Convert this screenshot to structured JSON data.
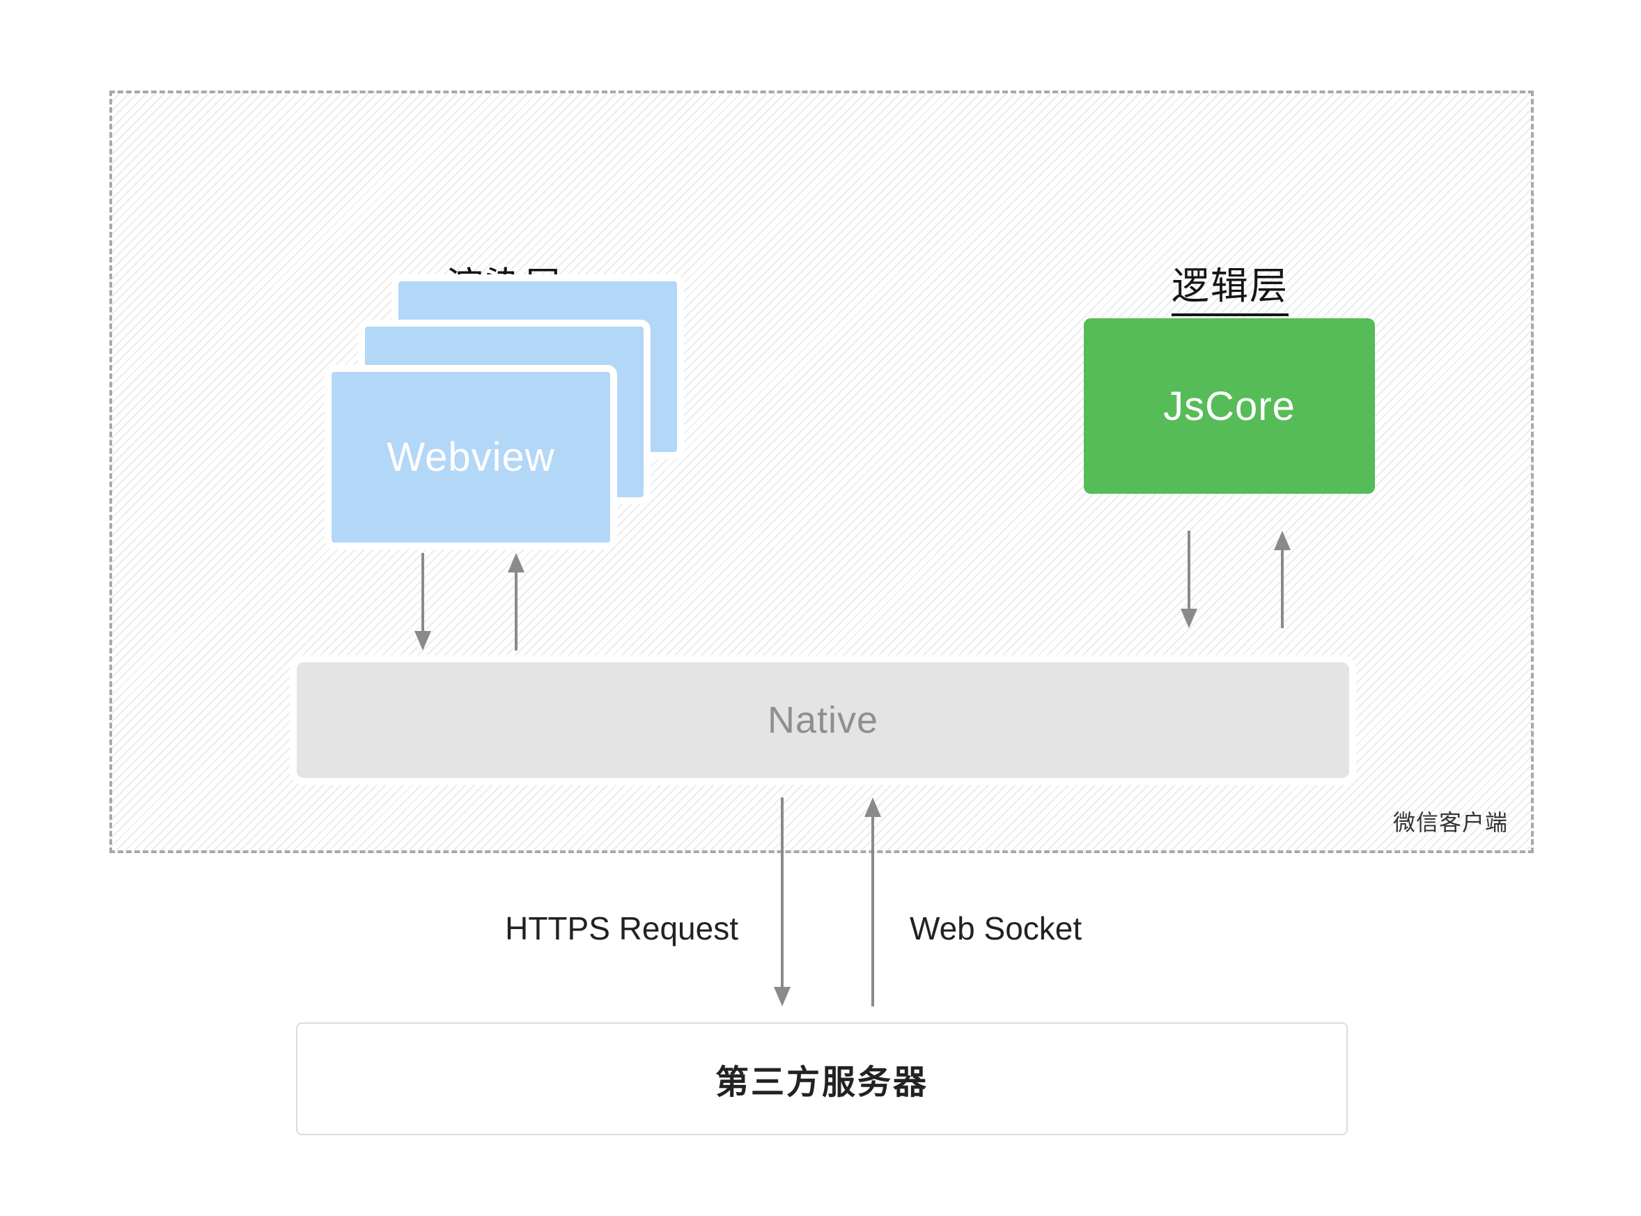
{
  "diagram": {
    "wechat_client": {
      "label": "微信客户端"
    },
    "render_layer": {
      "title": "渲染层",
      "webview_label": "Webview"
    },
    "logic_layer": {
      "title": "逻辑层",
      "jscore_label": "JsCore"
    },
    "native_bar": {
      "label": "Native"
    },
    "channels": {
      "https": "HTTPS Request",
      "websocket": "Web Socket"
    },
    "server_box": {
      "label": "第三方服务器"
    },
    "colors": {
      "webview_card": "#b3d7f6",
      "jscore_box": "#56bc58",
      "native_bar": "#e4e4e4",
      "arrow": "#8a8a8a",
      "dashed_border": "#a8a8a8",
      "hatch_line": "#ebebeb"
    }
  }
}
